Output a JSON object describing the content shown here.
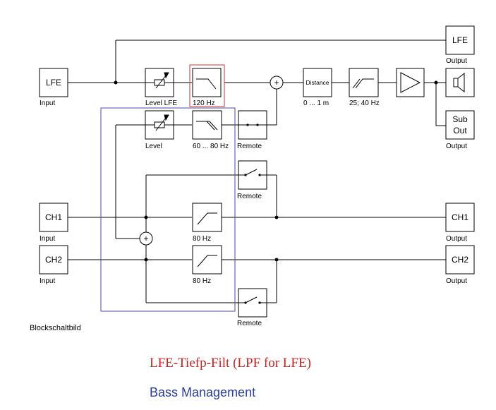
{
  "blocks": {
    "lfe_input": {
      "text": "LFE",
      "label": "Input"
    },
    "ch1_input": {
      "text": "CH1",
      "label": "Input"
    },
    "ch2_input": {
      "text": "CH2",
      "label": "Input"
    },
    "level_lfe": {
      "label": "Level LFE"
    },
    "lpf_120": {
      "label": "120 Hz"
    },
    "level": {
      "label": "Level"
    },
    "lpf_60_80": {
      "label": "60 ... 80 Hz"
    },
    "remote_top": {
      "label": "Remote"
    },
    "remote_mid": {
      "label": "Remote"
    },
    "remote_bot": {
      "label": "Remote"
    },
    "distance": {
      "text": "Distance",
      "label": "0 ... 1 m"
    },
    "hpf_25_40": {
      "label": "25; 40 Hz"
    },
    "hpf_ch1": {
      "label": "80 Hz"
    },
    "hpf_ch2": {
      "label": "80 Hz"
    },
    "lfe_output": {
      "text": "LFE",
      "label": "Output"
    },
    "sub_output": {
      "text_line1": "Sub",
      "text_line2": "Out",
      "label": "Output"
    },
    "ch1_output": {
      "text": "CH1",
      "label": "Output"
    },
    "ch2_output": {
      "text": "CH2",
      "label": "Output"
    },
    "adder_symbol": "+"
  },
  "captions": {
    "blockschaltbild": "Blockschaltbild",
    "red": "LFE-Tiefp-Filt (LPF for LFE)",
    "blue": "Bass Management"
  },
  "colors": {
    "highlight_red": "#cc3333",
    "group_blue": "#4a4aa6",
    "caption_red": "#cc2222",
    "caption_blue": "#2b3e9c"
  }
}
